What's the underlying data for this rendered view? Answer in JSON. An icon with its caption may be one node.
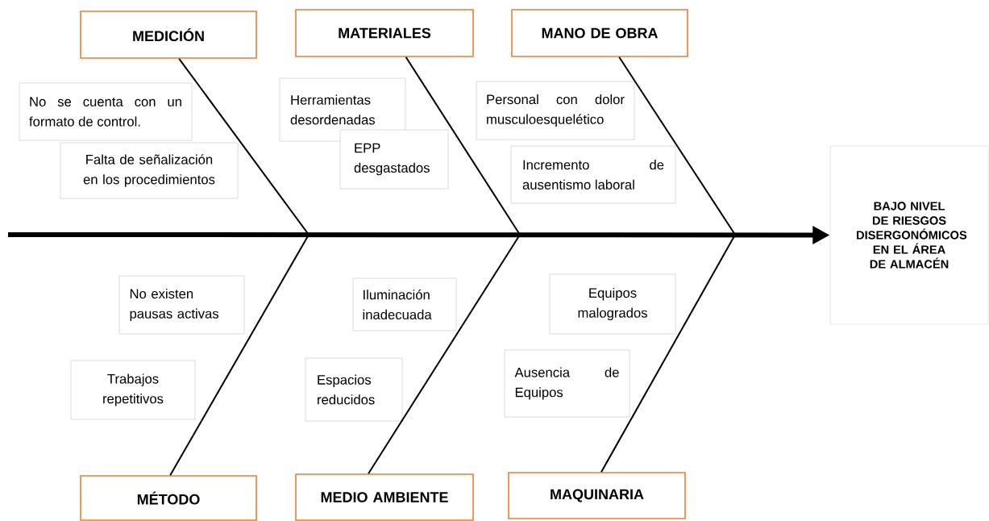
{
  "diagram": {
    "nodes": [
      {
        "text": [
          "MEDICIÓN"
        ]
      },
      {
        "text": [
          "MATERIALES"
        ]
      },
      {
        "text": [
          "MANO DE OBRA"
        ]
      },
      {
        "text": [
          "No se cuenta con un formato de control."
        ]
      },
      {
        "text": [
          "Falta de señalización en los procedimientos"
        ]
      },
      {
        "text": [
          "Herramientas desordenadas"
        ]
      },
      {
        "text": [
          "EPP desgastados"
        ]
      },
      {
        "text": [
          "Personal con dolor musculoesquelético"
        ]
      },
      {
        "text": [
          "Incremento de ausentismo laboral"
        ]
      },
      {
        "text": [
          "BAJO NIVEL DE RIESGOS DISERGONÓMICOS EN EL ÁREA DE ALMACÉN"
        ]
      },
      {
        "text": [
          "No existen pausas activas"
        ]
      },
      {
        "text": [
          "Iluminación inadecuada"
        ]
      },
      {
        "text": [
          "Equipos malogrados"
        ]
      },
      {
        "text": [
          "Trabajos repetitivos"
        ]
      },
      {
        "text": [
          "Espacios reducidos"
        ]
      },
      {
        "text": [
          "Ausencia de Equipos"
        ]
      },
      {
        "text": [
          "MÉTODO"
        ]
      },
      {
        "text": [
          "MEDIO AMBIENTE"
        ]
      },
      {
        "text": [
          "MAQUINARIA"
        ]
      }
    ],
    "edges": [
      {
        "from": null,
        "to": 9,
        "arrow": "to",
        "style": "thick"
      },
      {
        "from": 0,
        "to": null,
        "arrow": "none"
      },
      {
        "from": 1,
        "to": null,
        "arrow": "none"
      },
      {
        "from": 2,
        "to": null,
        "arrow": "none"
      },
      {
        "from": 16,
        "to": null,
        "arrow": "none"
      },
      {
        "from": 17,
        "to": null,
        "arrow": "none"
      },
      {
        "from": 18,
        "to": null,
        "arrow": "none"
      }
    ]
  }
}
